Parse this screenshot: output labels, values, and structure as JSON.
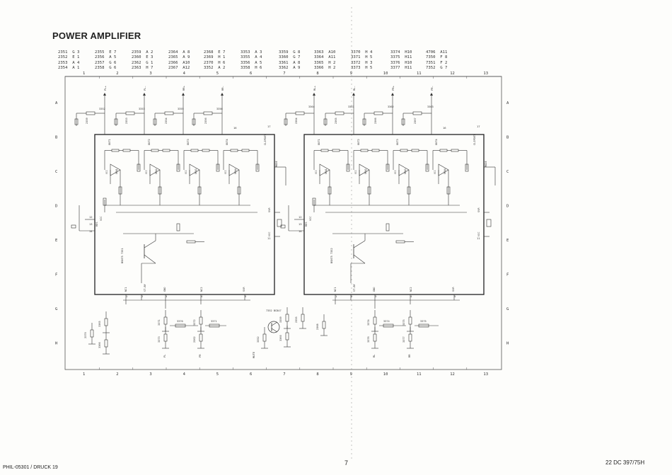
{
  "title": "POWER AMPLIFIER",
  "ref_table": [
    [
      "2351  G 3",
      "2352  E 1",
      "2353  A 4",
      "2354  A 1"
    ],
    [
      "2355  E 7",
      "2356  A 5",
      "2357  G 6",
      "2358  G 6"
    ],
    [
      "2359  A 2",
      "2360  E 3",
      "2362  G 1",
      "2363  H 7"
    ],
    [
      "2364  A 8",
      "2365  A 9",
      "2366  A10",
      "2367  A12"
    ],
    [
      "2368  E 7",
      "2369  H 1",
      "2370  H 6",
      "3352  A 2"
    ],
    [
      "3353  A 3",
      "3355  A 4",
      "3356  A 5",
      "3358  H 6"
    ],
    [
      "3359  G 8",
      "3360  G 7",
      "3361  A 8",
      "3362  A 9"
    ],
    [
      "3363  A10",
      "3364  A11",
      "3365  H 2",
      "3366  H 2"
    ],
    [
      "3370  H 4",
      "3371  H 5",
      "3372  H 3",
      "3373  H 5"
    ],
    [
      "3374  H10",
      "3375  H11",
      "3376  H10",
      "3377  H11"
    ],
    [
      "4706  A11",
      "7350  F 8",
      "7351  F 2",
      "7352  G 7"
    ]
  ],
  "grid": {
    "columns": [
      "1",
      "2",
      "3",
      "4",
      "5",
      "6",
      "7",
      "8",
      "9",
      "10",
      "11",
      "12",
      "13"
    ],
    "rows": [
      "A",
      "B",
      "C",
      "D",
      "E",
      "F",
      "G",
      "H"
    ]
  },
  "chips": [
    {
      "pins_top": [
        "OUT1",
        "OUT2",
        "OUT3",
        "OUT4",
        "CLIPDET"
      ],
      "pins_bottom": [
        "NC1",
        "ST-BY",
        "GND",
        "NC2",
        "SVR"
      ],
      "pin_side": [
        "MODE",
        "SVR",
        "VCC",
        "RES",
        "VCC"
      ],
      "amps": [
        "OPA1",
        "OPA2",
        "OPA3",
        "OPA4"
      ],
      "transistor": "BSN75 7351",
      "pin_numbers": [
        "14",
        "13",
        "12",
        "1",
        "2",
        "3",
        "4",
        "5",
        "11",
        "17",
        "16"
      ]
    },
    {
      "pins_top": [
        "OUT1",
        "OUT2",
        "OUT3",
        "OUT4",
        "CLIPDET"
      ],
      "pins_bottom": [
        "NC1",
        "ST-BY",
        "GND",
        "NC2",
        "SVR"
      ],
      "pin_side": [
        "MODE",
        "SVR",
        "VCC",
        "RES",
        "VCC"
      ],
      "amps": [
        "OPA1",
        "OPA2",
        "OPA3",
        "OPA4"
      ],
      "transistor": "BSN75 7352",
      "pin_numbers": [
        "14",
        "13",
        "12",
        "1",
        "2",
        "3",
        "4",
        "5",
        "11",
        "17",
        "16"
      ]
    }
  ],
  "signal_labels": [
    "FL+",
    "FL-",
    "RR+",
    "RR-",
    "RL+",
    "RL-",
    "FR+",
    "FR-",
    "FL",
    "FR",
    "RL",
    "RR",
    "MUTE"
  ],
  "components_chip1": [
    "3352",
    "3353",
    "3355",
    "3356",
    "2359",
    "2353",
    "2354",
    "2356",
    "2351",
    "2352",
    "2360",
    "3365",
    "3366",
    "3370",
    "3371",
    "3372",
    "3373",
    "2362",
    "2369",
    "2370"
  ],
  "components_chip2": [
    "3361",
    "3362",
    "3363",
    "3364",
    "2364",
    "2365",
    "2366",
    "2367",
    "2355",
    "2368",
    "3359",
    "3360",
    "3374",
    "3375",
    "3376",
    "3377",
    "2357",
    "2358",
    "2363"
  ],
  "mute_transistor": "7352 BC847",
  "footer": {
    "left": "PHIL-05301 / DRUCK 19",
    "page": "7",
    "right": "22 DC 397/75H"
  }
}
